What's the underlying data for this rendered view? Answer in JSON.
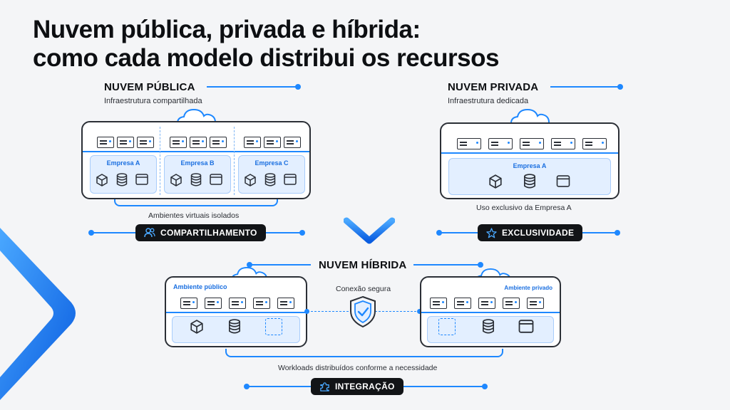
{
  "title_line1": "Nuvem pública, privada e híbrida:",
  "title_line2": "como cada modelo distribui os recursos",
  "public": {
    "title": "NUVEM PÚBLICA",
    "subtitle": "Infraestrutura compartilhada",
    "companies": [
      "Empresa A",
      "Empresa B",
      "Empresa C"
    ],
    "caption": "Ambientes virtuais isolados",
    "badge": "COMPARTILHAMENTO",
    "badge_icon": "users-icon"
  },
  "private": {
    "title": "NUVEM PRIVADA",
    "subtitle": "Infraestrutura dedicada",
    "company": "Empresa A",
    "caption": "Uso exclusivo da Empresa A",
    "badge": "EXCLUSIVIDADE",
    "badge_icon": "star-icon"
  },
  "hybrid": {
    "title": "NUVEM HÍBRIDA",
    "public_label": "Ambiente público",
    "private_label": "Ambiente privado",
    "connection": "Conexão segura",
    "caption": "Workloads distribuídos conforme a necessidade",
    "badge": "INTEGRAÇÃO",
    "badge_icon": "puzzle-icon"
  },
  "colors": {
    "accent": "#1e88ff",
    "dark": "#121417",
    "zone": "#e3efff"
  }
}
